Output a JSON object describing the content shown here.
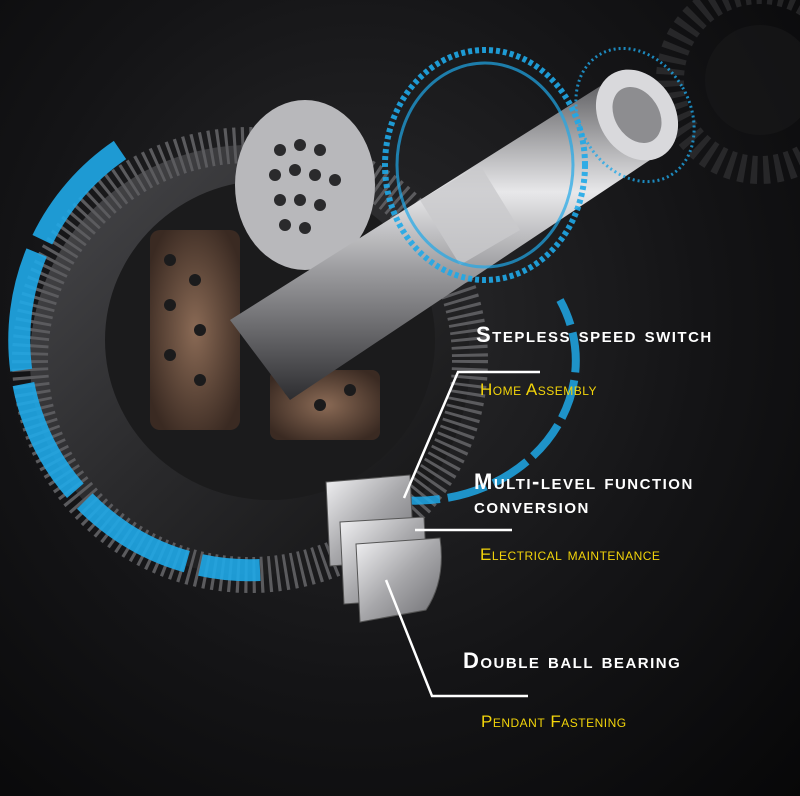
{
  "features": [
    {
      "title": "Stepless speed switch",
      "subtitle": "Home Assembly"
    },
    {
      "title_line1": "Multi-level function",
      "title_line2": "conversion",
      "subtitle": "Electrical maintenance"
    },
    {
      "title": "Double ball bearing",
      "subtitle": "Pendant Fastening"
    }
  ],
  "colors": {
    "background": "#0c0c0d",
    "accent_blue": "#1fa8e8",
    "title_text": "#ffffff",
    "subtitle_text": "#f2d40a"
  }
}
